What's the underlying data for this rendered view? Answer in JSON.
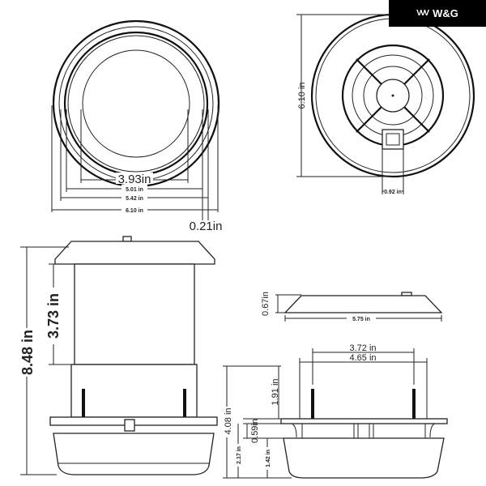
{
  "logo": {
    "text": "W&G",
    "mark": "VVV"
  },
  "top_view": {
    "inner": "3.93in",
    "d1": "5.01 in",
    "d2": "5.42 in",
    "outer": "6.10 in",
    "rim": "0.21in"
  },
  "bottom_view": {
    "diameter": "6.10 in",
    "switch": "0.92 in"
  },
  "side_view_full": {
    "height": "8.48 in",
    "cylinder": "3.73 in"
  },
  "disc_view": {
    "height": "0.67in",
    "width": "5.75 in"
  },
  "base_view": {
    "pin_spacing": "3.72 in",
    "neck_width": "4.65 in",
    "pin_height": "1.91 in",
    "total": "4.08 in",
    "flange": "0.59in",
    "lower": "2.17 in",
    "bowl": "1.42 in"
  }
}
